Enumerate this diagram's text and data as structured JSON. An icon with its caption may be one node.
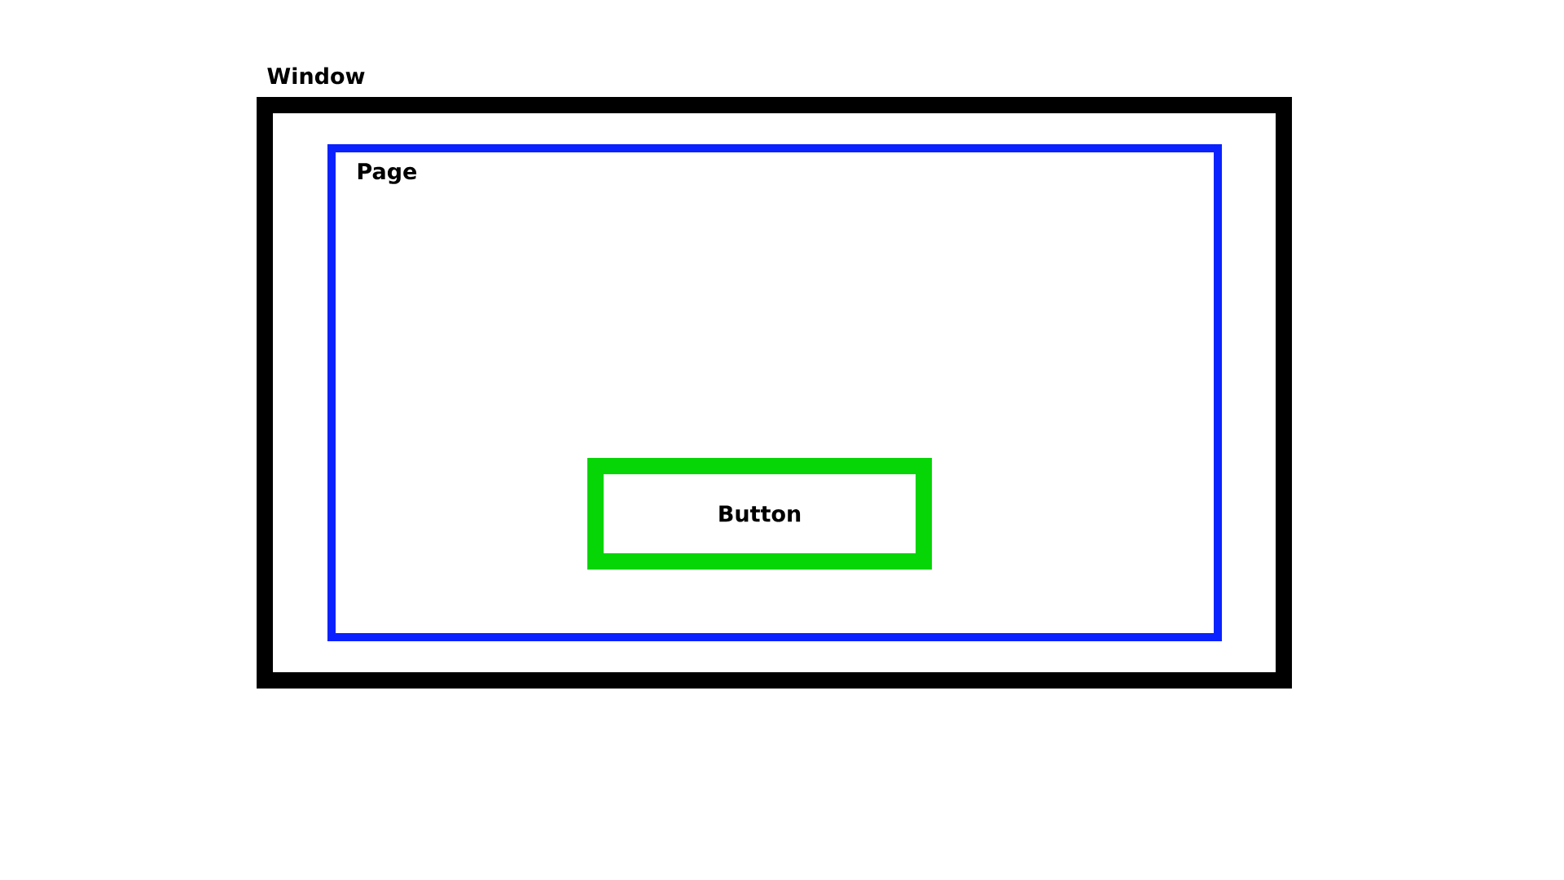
{
  "diagram": {
    "nodes": [
      {
        "text": [
          "Window"
        ]
      },
      {
        "text": [
          "Page"
        ],
        "in": 0
      },
      {
        "text": [
          "Button"
        ],
        "in": 1
      }
    ]
  }
}
